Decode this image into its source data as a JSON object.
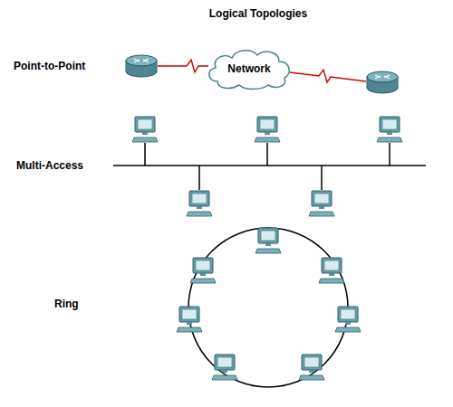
{
  "diagram": {
    "title": "Logical Topologies",
    "nodes": [
      {
        "text": [
          "Network"
        ]
      }
    ],
    "labels": [
      "Point-to-Point",
      "Multi-Access",
      "Ring"
    ]
  }
}
